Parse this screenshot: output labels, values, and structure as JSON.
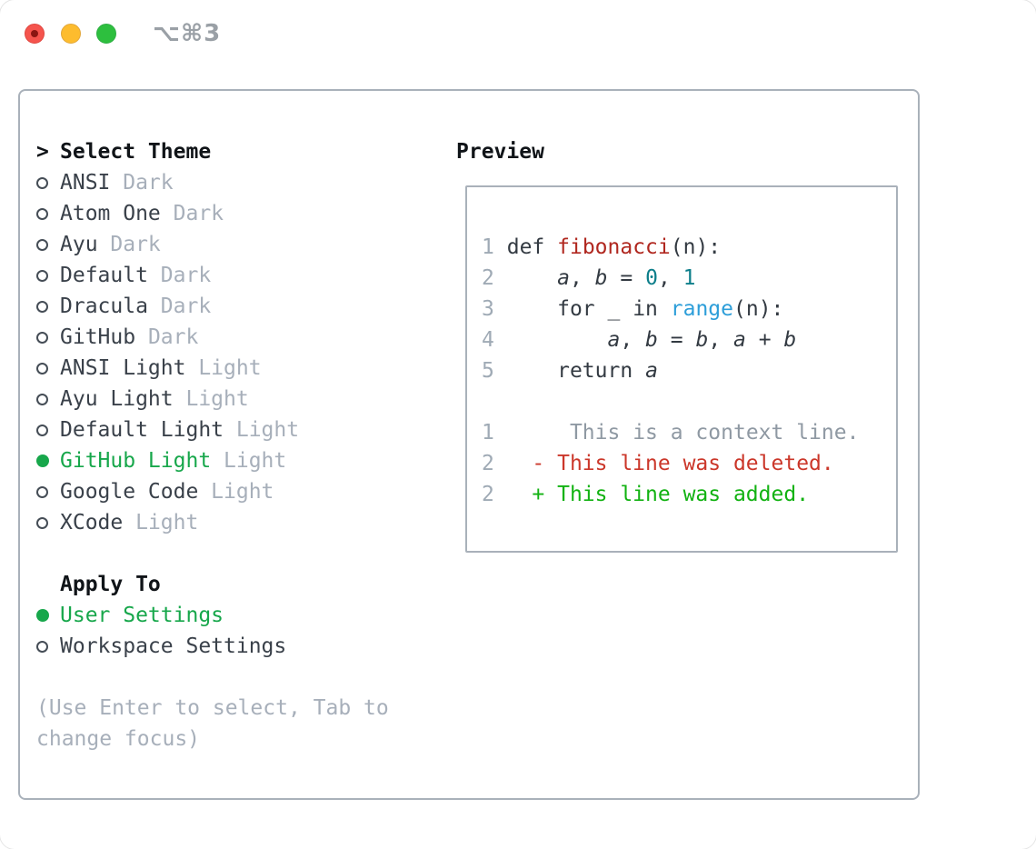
{
  "window": {
    "shortcut": "⌥⌘3"
  },
  "colors": {
    "accent_green": "#17a74b",
    "heading": "#101418",
    "text_dark": "#3a414a",
    "muted_gray": "#a7afba",
    "border_gray": "#a9b1ba",
    "line_number": "#9faab5",
    "code_fg": "#333a42",
    "fn_red": "#b0271f",
    "num_teal": "#0d7e8a",
    "call_blue": "#2d9ed9",
    "ctx_gray": "#8f99a3",
    "del_red": "#cb372a",
    "add_green": "#12b212",
    "close_red": "#f5544d",
    "minimize_yellow": "#fdbc2e",
    "zoom_green": "#2dbf3e"
  },
  "theme_picker": {
    "header": {
      "caret": ">",
      "title": "Select Theme"
    },
    "themes": [
      {
        "name": "ANSI",
        "variant": "Dark",
        "selected": false
      },
      {
        "name": "Atom One",
        "variant": "Dark",
        "selected": false
      },
      {
        "name": "Ayu",
        "variant": "Dark",
        "selected": false
      },
      {
        "name": "Default",
        "variant": "Dark",
        "selected": false
      },
      {
        "name": "Dracula",
        "variant": "Dark",
        "selected": false
      },
      {
        "name": "GitHub",
        "variant": "Dark",
        "selected": false
      },
      {
        "name": "ANSI Light",
        "variant": "Light",
        "selected": false
      },
      {
        "name": "Ayu Light",
        "variant": "Light",
        "selected": false
      },
      {
        "name": "Default Light",
        "variant": "Light",
        "selected": false
      },
      {
        "name": "GitHub Light",
        "variant": "Light",
        "selected": true
      },
      {
        "name": "Google Code",
        "variant": "Light",
        "selected": false
      },
      {
        "name": "XCode",
        "variant": "Light",
        "selected": false
      }
    ],
    "apply_to": {
      "title": "Apply To",
      "options": [
        {
          "label": "User Settings",
          "selected": true
        },
        {
          "label": "Workspace Settings",
          "selected": false
        }
      ]
    },
    "hint_lines": [
      "(Use Enter to select, Tab to",
      "change focus)"
    ]
  },
  "preview": {
    "title": "Preview",
    "lines": [
      [
        {
          "t": "1",
          "c": "ln"
        },
        {
          "t": " ",
          "c": "pl"
        },
        {
          "t": "def",
          "c": "kw"
        },
        {
          "t": " ",
          "c": "pl"
        },
        {
          "t": "fibonacci",
          "c": "fn"
        },
        {
          "t": "(n):",
          "c": "pl"
        }
      ],
      [
        {
          "t": "2",
          "c": "ln"
        },
        {
          "t": "     ",
          "c": "pl"
        },
        {
          "t": "a",
          "c": "var"
        },
        {
          "t": ", ",
          "c": "pl"
        },
        {
          "t": "b",
          "c": "var"
        },
        {
          "t": " = ",
          "c": "pl"
        },
        {
          "t": "0",
          "c": "num"
        },
        {
          "t": ", ",
          "c": "pl"
        },
        {
          "t": "1",
          "c": "num"
        }
      ],
      [
        {
          "t": "3",
          "c": "ln"
        },
        {
          "t": "     ",
          "c": "pl"
        },
        {
          "t": "for",
          "c": "kw"
        },
        {
          "t": " _ ",
          "c": "pl"
        },
        {
          "t": "in",
          "c": "kw"
        },
        {
          "t": " ",
          "c": "pl"
        },
        {
          "t": "range",
          "c": "call"
        },
        {
          "t": "(n):",
          "c": "pl"
        }
      ],
      [
        {
          "t": "4",
          "c": "ln"
        },
        {
          "t": "         ",
          "c": "pl"
        },
        {
          "t": "a",
          "c": "var"
        },
        {
          "t": ", ",
          "c": "pl"
        },
        {
          "t": "b",
          "c": "var"
        },
        {
          "t": " = ",
          "c": "pl"
        },
        {
          "t": "b",
          "c": "var"
        },
        {
          "t": ", ",
          "c": "pl"
        },
        {
          "t": "a",
          "c": "var"
        },
        {
          "t": " + ",
          "c": "pl"
        },
        {
          "t": "b",
          "c": "var"
        }
      ],
      [
        {
          "t": "5",
          "c": "ln"
        },
        {
          "t": "     ",
          "c": "pl"
        },
        {
          "t": "return",
          "c": "kw"
        },
        {
          "t": " ",
          "c": "pl"
        },
        {
          "t": "a",
          "c": "var"
        }
      ],
      [],
      [
        {
          "t": "1",
          "c": "ln"
        },
        {
          "t": "      ",
          "c": "pl"
        },
        {
          "t": "This is a context line.",
          "c": "ctx"
        }
      ],
      [
        {
          "t": "2",
          "c": "ln"
        },
        {
          "t": "   ",
          "c": "pl"
        },
        {
          "t": "- This line was deleted.",
          "c": "del"
        }
      ],
      [
        {
          "t": "2",
          "c": "ln"
        },
        {
          "t": "   ",
          "c": "pl"
        },
        {
          "t": "+ This line was added.",
          "c": "add"
        }
      ]
    ]
  }
}
